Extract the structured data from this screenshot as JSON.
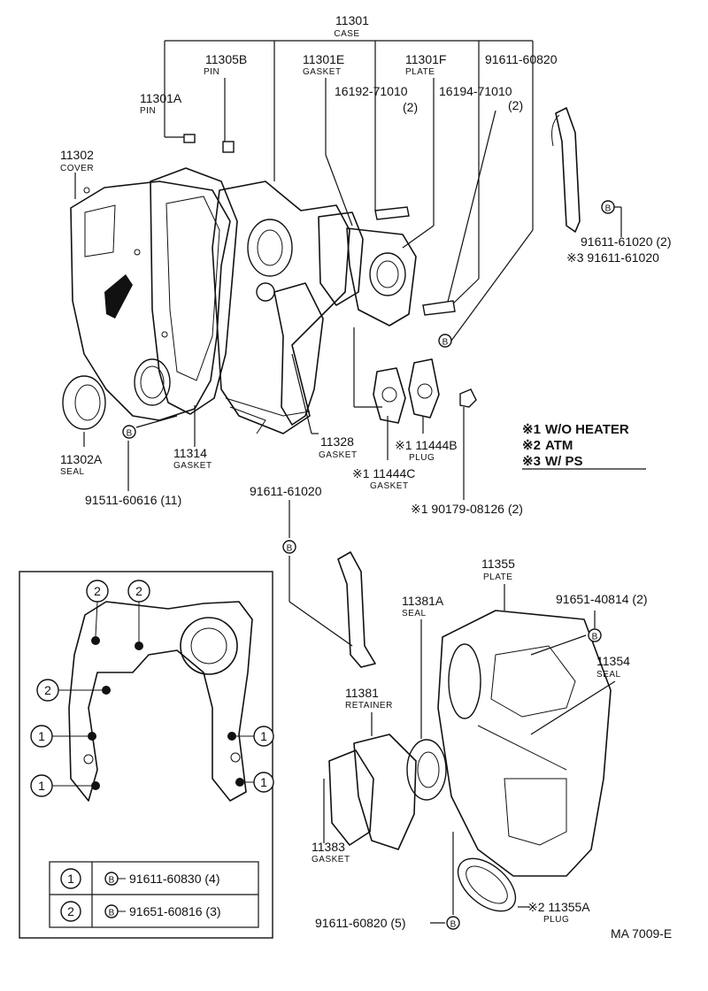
{
  "labels": {
    "case_pn": "11301",
    "case_name": "CASE",
    "pin_b_pn": "11305B",
    "pin_b_name": "PIN",
    "gasket_e_pn": "11301E",
    "gasket_e_name": "GASKET",
    "plate_f_pn": "11301F",
    "plate_f_name": "PLATE",
    "bolt_60820_pn": "91611-60820",
    "stud_16192_pn": "16192-71010",
    "stud_16192_qty": "(2)",
    "stud_16194_pn": "16194-71010",
    "stud_16194_qty": "(2)",
    "pin_a_pn": "11301A",
    "pin_a_name": "PIN",
    "cover_pn": "11302",
    "cover_name": "COVER",
    "bolt_61020_pn": "91611-61020 (2)",
    "bolt_61020_alt_pn": "※3 91611-61020",
    "seal_a_pn": "11302A",
    "seal_a_name": "SEAL",
    "gasket_314_pn": "11314",
    "gasket_314_name": "GASKET",
    "gasket_328_pn": "11328",
    "gasket_328_name": "GASKET",
    "plug_444b_pn": "※1 11444B",
    "plug_444b_name": "PLUG",
    "gasket_444c_pn": "※1 11444C",
    "gasket_444c_name": "GASKET",
    "bolt_60616_pn": "91511-60616 (11)",
    "bolt_90179_pn": "※1 90179-08126 (2)",
    "bolt_61020_mid_pn": "91611-61020",
    "plate_355_pn": "11355",
    "plate_355_name": "PLATE",
    "bolt_40814_pn": "91651-40814 (2)",
    "seal_381a_pn": "11381A",
    "seal_381a_name": "SEAL",
    "seal_354_pn": "11354",
    "seal_354_name": "SEAL",
    "retainer_pn": "11381",
    "retainer_name": "RETAINER",
    "gasket_383_pn": "11383",
    "gasket_383_name": "GASKET",
    "bolt_60820_5_pn": "91611-60820 (5)",
    "plug_355a_pn": "※2 11355A",
    "plug_355a_name": "PLUG",
    "diagram_code": "MA 7009-E"
  },
  "legend": [
    {
      "mark": "※1",
      "text": "W/O HEATER"
    },
    {
      "mark": "※2",
      "text": "ATM"
    },
    {
      "mark": "※3",
      "text": "W/ PS"
    }
  ],
  "inset": {
    "callouts": [
      "2",
      "2",
      "2",
      "1",
      "1",
      "1",
      "1"
    ],
    "table": [
      {
        "key": "1",
        "part": "91611-60830 (4)"
      },
      {
        "key": "2",
        "part": "91651-60816 (3)"
      }
    ]
  },
  "bolt_mark": "B"
}
